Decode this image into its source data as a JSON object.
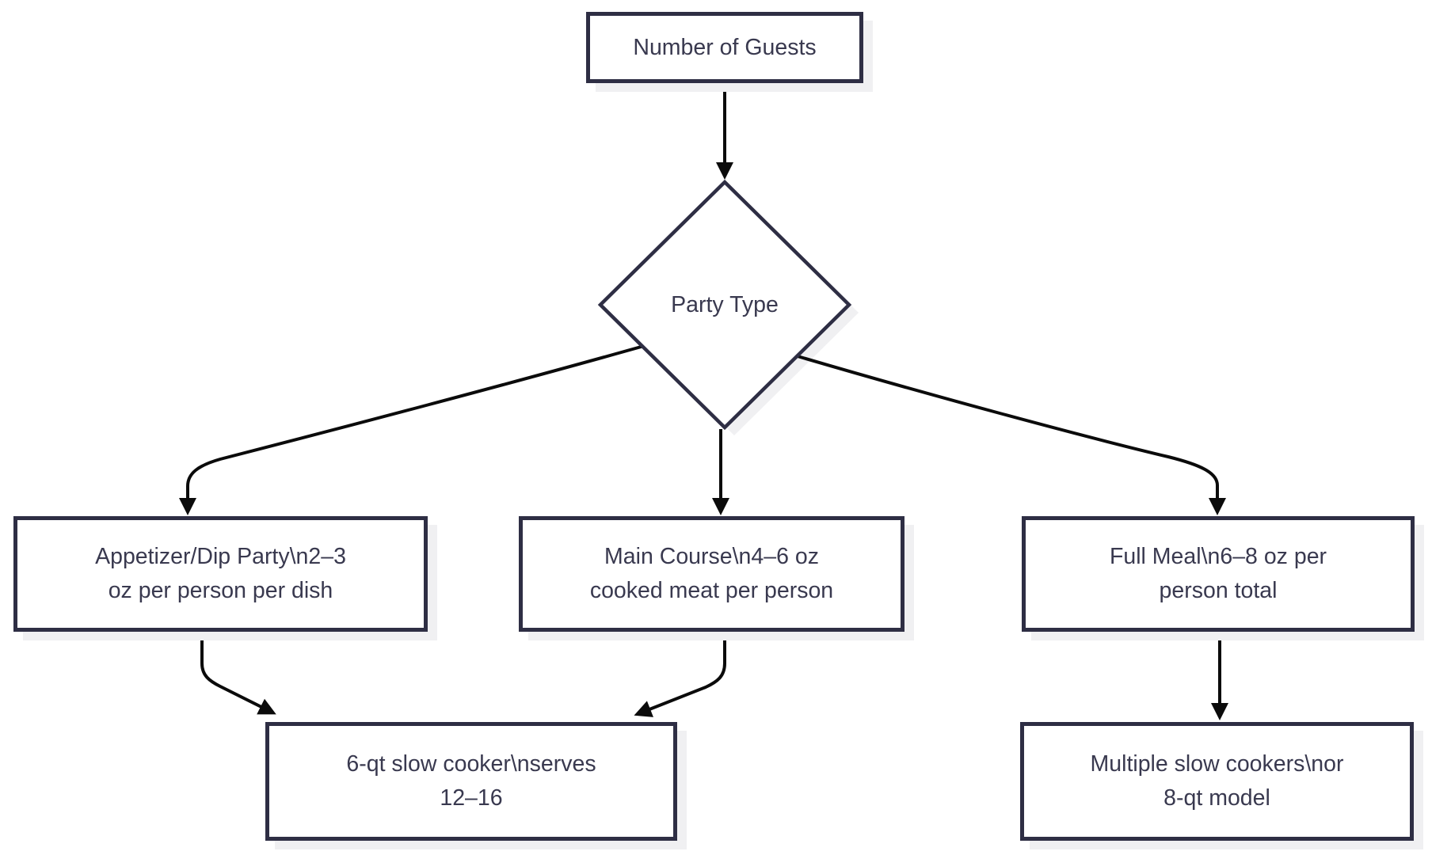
{
  "diagram": {
    "type": "flowchart",
    "direction": "top-down",
    "appearance": {
      "background_color": "#ffffff",
      "node_fill_color": "#ffffff",
      "node_border_color": "#2e2e44",
      "node_text_color": "#39394f",
      "edge_color": "#0b0b0b",
      "shadow_color": "#f0f0f2"
    },
    "nodes": {
      "guests": {
        "shape": "rectangle",
        "lines": [
          "Number of Guests"
        ]
      },
      "party_type": {
        "shape": "diamond",
        "lines": [
          "Party Type"
        ]
      },
      "appetizer": {
        "shape": "rectangle",
        "lines": [
          "Appetizer/Dip Party\\n2–3",
          "oz per person per dish"
        ]
      },
      "main_course": {
        "shape": "rectangle",
        "lines": [
          "Main Course\\n4–6 oz",
          "cooked meat per person"
        ]
      },
      "full_meal": {
        "shape": "rectangle",
        "lines": [
          "Full Meal\\n6–8 oz per",
          "person total"
        ]
      },
      "six_qt": {
        "shape": "rectangle",
        "lines": [
          "6-qt slow cooker\\nserves",
          "12–16"
        ]
      },
      "multiple_cookers": {
        "shape": "rectangle",
        "lines": [
          "Multiple slow cookers\\nor",
          "8-qt model"
        ]
      }
    },
    "edges": [
      {
        "from": "guests",
        "to": "party_type"
      },
      {
        "from": "party_type",
        "to": "appetizer"
      },
      {
        "from": "party_type",
        "to": "main_course"
      },
      {
        "from": "party_type",
        "to": "full_meal"
      },
      {
        "from": "appetizer",
        "to": "six_qt"
      },
      {
        "from": "main_course",
        "to": "six_qt"
      },
      {
        "from": "full_meal",
        "to": "multiple_cookers"
      }
    ]
  }
}
